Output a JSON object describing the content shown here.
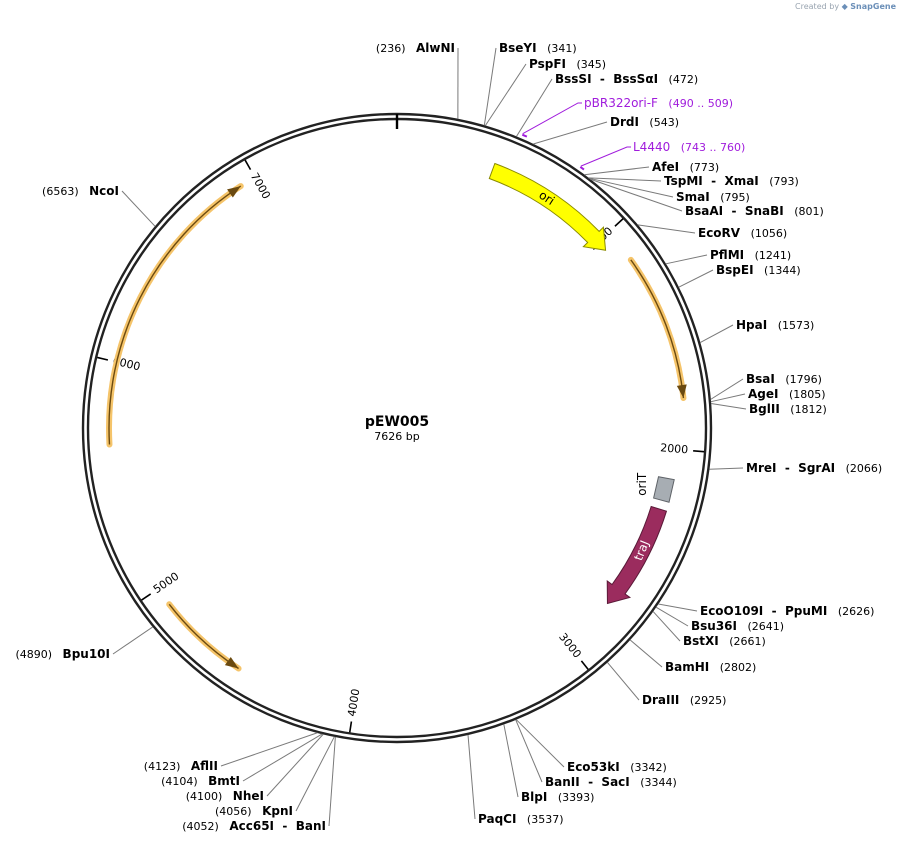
{
  "watermark": {
    "prefix": "Created by",
    "brand": "SnapGene"
  },
  "plasmid": {
    "name": "pEW005",
    "size_label": "7626 bp",
    "length": 7626
  },
  "ticks": [
    {
      "pos": 1000,
      "label": "1000"
    },
    {
      "pos": 2000,
      "label": "2000"
    },
    {
      "pos": 3000,
      "label": "3000"
    },
    {
      "pos": 4000,
      "label": "4000"
    },
    {
      "pos": 5000,
      "label": "5000"
    },
    {
      "pos": 6000,
      "label": "6000"
    },
    {
      "pos": 7000,
      "label": "7000"
    }
  ],
  "features": [
    {
      "name": "ori",
      "start": 430,
      "end": 1050,
      "color": "#ffff00",
      "stroke": "#8a8a00",
      "type": "arrow",
      "direction": 1
    },
    {
      "name": "traJ",
      "start": 2270,
      "end": 2750,
      "color": "#9b2c5e",
      "stroke": "#5a1a38",
      "type": "arrow",
      "direction": 1,
      "text_color": "#ffffff"
    },
    {
      "name": "oriT",
      "start": 2130,
      "end": 2230,
      "color": "#a7adb3",
      "stroke": "#5f6368",
      "type": "box"
    }
  ],
  "orfs": [
    {
      "start": 1150,
      "end": 1780,
      "direction": 1
    },
    {
      "start": 4520,
      "end": 4920,
      "direction": -1
    },
    {
      "start": 5650,
      "end": 6930,
      "direction": 1
    }
  ],
  "primers": [
    {
      "name": "pBR322ori-F",
      "range": "(490 .. 509)",
      "start": 490,
      "end": 509,
      "color": "#a01cdc"
    },
    {
      "name": "L4440",
      "range": "(743 .. 760)",
      "start": 743,
      "end": 760,
      "color": "#a01cdc"
    }
  ],
  "sites": [
    {
      "names": [
        "AlwNI"
      ],
      "pos_label": "(236)",
      "pos": 236,
      "side": "left"
    },
    {
      "names": [
        "BseYI"
      ],
      "pos_label": "(341)",
      "pos": 341,
      "side": "right"
    },
    {
      "names": [
        "PspFI"
      ],
      "pos_label": "(345)",
      "pos": 345,
      "side": "right"
    },
    {
      "names": [
        "BssSI",
        "BssSαI"
      ],
      "pos_label": "(472)",
      "pos": 472,
      "side": "right"
    },
    {
      "names": [
        "DrdI"
      ],
      "pos_label": "(543)",
      "pos": 543,
      "side": "right"
    },
    {
      "names": [
        "AfeI"
      ],
      "pos_label": "(773)",
      "pos": 773,
      "side": "right"
    },
    {
      "names": [
        "TspMI",
        "XmaI"
      ],
      "pos_label": "(793)",
      "pos": 793,
      "side": "right"
    },
    {
      "names": [
        "SmaI"
      ],
      "pos_label": "(795)",
      "pos": 795,
      "side": "right"
    },
    {
      "names": [
        "BsaAI",
        "SnaBI"
      ],
      "pos_label": "(801)",
      "pos": 801,
      "side": "right"
    },
    {
      "names": [
        "EcoRV"
      ],
      "pos_label": "(1056)",
      "pos": 1056,
      "side": "right"
    },
    {
      "names": [
        "PflMI"
      ],
      "pos_label": "(1241)",
      "pos": 1241,
      "side": "right"
    },
    {
      "names": [
        "BspEI"
      ],
      "pos_label": "(1344)",
      "pos": 1344,
      "side": "right"
    },
    {
      "names": [
        "HpaI"
      ],
      "pos_label": "(1573)",
      "pos": 1573,
      "side": "right"
    },
    {
      "names": [
        "BsaI"
      ],
      "pos_label": "(1796)",
      "pos": 1796,
      "side": "right"
    },
    {
      "names": [
        "AgeI"
      ],
      "pos_label": "(1805)",
      "pos": 1805,
      "side": "right"
    },
    {
      "names": [
        "BglII"
      ],
      "pos_label": "(1812)",
      "pos": 1812,
      "side": "right"
    },
    {
      "names": [
        "MreI",
        "SgrAI"
      ],
      "pos_label": "(2066)",
      "pos": 2066,
      "side": "right"
    },
    {
      "names": [
        "EcoO109I",
        "PpuMI"
      ],
      "pos_label": "(2626)",
      "pos": 2626,
      "side": "right"
    },
    {
      "names": [
        "Bsu36I"
      ],
      "pos_label": "(2641)",
      "pos": 2641,
      "side": "right"
    },
    {
      "names": [
        "BstXI"
      ],
      "pos_label": "(2661)",
      "pos": 2661,
      "side": "right"
    },
    {
      "names": [
        "BamHI"
      ],
      "pos_label": "(2802)",
      "pos": 2802,
      "side": "right"
    },
    {
      "names": [
        "DraIII"
      ],
      "pos_label": "(2925)",
      "pos": 2925,
      "side": "right"
    },
    {
      "names": [
        "Eco53kI"
      ],
      "pos_label": "(3342)",
      "pos": 3342,
      "side": "right"
    },
    {
      "names": [
        "BanII",
        "SacI"
      ],
      "pos_label": "(3344)",
      "pos": 3344,
      "side": "right"
    },
    {
      "names": [
        "BlpI"
      ],
      "pos_label": "(3393)",
      "pos": 3393,
      "side": "right"
    },
    {
      "names": [
        "PaqCI"
      ],
      "pos_label": "(3537)",
      "pos": 3537,
      "side": "right"
    },
    {
      "names": [
        "AflII"
      ],
      "pos_label": "(4123)",
      "pos": 4123,
      "side": "left"
    },
    {
      "names": [
        "BmtI"
      ],
      "pos_label": "(4104)",
      "pos": 4104,
      "side": "left"
    },
    {
      "names": [
        "NheI"
      ],
      "pos_label": "(4100)",
      "pos": 4100,
      "side": "left"
    },
    {
      "names": [
        "KpnI"
      ],
      "pos_label": "(4056)",
      "pos": 4056,
      "side": "left"
    },
    {
      "names": [
        "Acc65I",
        "BanI"
      ],
      "pos_label": "(4052)",
      "pos": 4052,
      "side": "left"
    },
    {
      "names": [
        "Bpu10I"
      ],
      "pos_label": "(4890)",
      "pos": 4890,
      "side": "left"
    },
    {
      "names": [
        "NcoI"
      ],
      "pos_label": "(6563)",
      "pos": 6563,
      "side": "left"
    }
  ],
  "colors": {
    "backbone": "#222222",
    "orf": "#f5c46a",
    "orf_line": "#6b4a10",
    "leader": "#7a7a7a"
  }
}
